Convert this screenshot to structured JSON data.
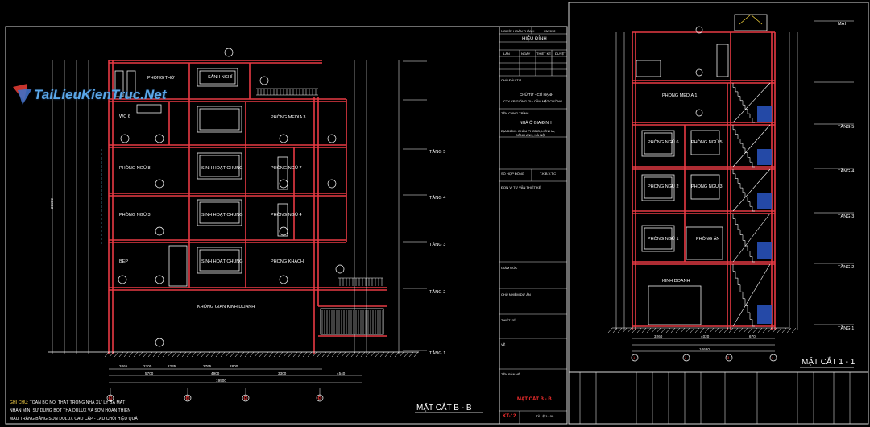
{
  "watermark": {
    "text": "TaiLieuKienTruc.Net"
  },
  "left_section": {
    "title": "MẶT CẮT B - B",
    "rooms": [
      {
        "id": "phong-tho",
        "text": "PHÒNG THỜ"
      },
      {
        "id": "sanh-nghi",
        "text": "SẢNH NGHỈ"
      },
      {
        "id": "wc",
        "text": "WC 6"
      },
      {
        "id": "phong-media-3",
        "text": "PHÒNG MEDIA 3"
      },
      {
        "id": "phong-ngu-8",
        "text": "PHÒNG NGỦ 8"
      },
      {
        "id": "sinh-hoat-1",
        "text": "SINH HOẠT CHUNG"
      },
      {
        "id": "phong-ngu-7",
        "text": "PHÒNG NGỦ 7"
      },
      {
        "id": "phong-ngu-3",
        "text": "PHÒNG NGỦ 3"
      },
      {
        "id": "sinh-hoat-2",
        "text": "SINH HOẠT CHUNG"
      },
      {
        "id": "phong-ngu-4",
        "text": "PHÒNG NGỦ 4"
      },
      {
        "id": "bep",
        "text": "BẾP"
      },
      {
        "id": "sinh-hoat-3",
        "text": "SINH HOẠT CHUNG"
      },
      {
        "id": "phong-khach",
        "text": "PHÒNG KHÁCH"
      },
      {
        "id": "kinh-doanh",
        "text": "KHÔNG GIAN KINH DOANH"
      }
    ],
    "levels": [
      "TẦNG 5",
      "TẦNG 4",
      "TẦNG 3",
      "TẦNG 2",
      "TẦNG 1"
    ],
    "axis_labels": [
      "A",
      "B",
      "C",
      "D"
    ],
    "dims": [
      "2065",
      "2700",
      "2235",
      "2765",
      "2800",
      "5700",
      "4900",
      "3300",
      "4540",
      "19500",
      "20800"
    ],
    "note_head": "GHI CHÚ:",
    "note_lines": [
      "TOÀN BỘ NỘI THẤT TRONG NHÀ XỬ LÝ BẢ MÁT",
      "NHẪN MỊN, SỬ DỤNG BỘT THẢ DULUX VÀ SƠN HOÀN THIỆN",
      "MÀU TRẮNG BẰNG SƠN DULUX CAO CẤP - LAU CHÙI HIỆU QUẢ"
    ]
  },
  "titleblock": {
    "rows": [
      "NGƯỜI HOÀN THÀNH",
      "03/2012",
      "HIỆU ĐÍNH",
      "LẦN",
      "NGÀY",
      "THIẾT KẾ",
      "DUYỆT",
      "CHỦ ĐẦU TƯ",
      "CHỦ TỬ - CỔ HẠNH",
      "CTY CP GIỐNG GIA CẦM MẶT CƯỜNG",
      "TÊN CÔNG TRÌNH",
      "NHÀ Ở GIA ĐÌNH",
      "ĐỊA ĐIỂM : CHÂU PHONG, LIÊN HÀ,",
      "ĐÔNG ANH, HÀ NỘI",
      "SỐ HỢP ĐỒNG",
      "T.K.B.V.T.C",
      "ĐƠN VỊ TƯ VẤN THIẾT KẾ",
      "GIÁM ĐỐC",
      "CHỦ NHIỆM DỰ ÁN",
      "THIẾT KẾ",
      "VẼ",
      "TÊN BẢN VẼ"
    ],
    "drawing_name": "MẶT CẮT B - B",
    "sheet_no": "KT-12",
    "scale": "TỶ LỆ 1:100"
  },
  "right_section": {
    "title": "MẶT CẮT 1 - 1",
    "rooms": [
      {
        "id": "phong-media-1",
        "text": "PHÒNG MEDIA 1"
      },
      {
        "id": "phong-ngu-6",
        "text": "PHÒNG NGỦ 6"
      },
      {
        "id": "phong-ngu-5",
        "text": "PHÒNG NGỦ 5"
      },
      {
        "id": "phong-ngu-2",
        "text": "PHÒNG NGỦ 2"
      },
      {
        "id": "phong-ngu-3b",
        "text": "PHÒNG NGỦ 3"
      },
      {
        "id": "phong-ngu-1",
        "text": "PHÒNG NGỦ 1"
      },
      {
        "id": "phong-an",
        "text": "PHÒNG ĂN"
      },
      {
        "id": "kinh-doanh-r",
        "text": "KINH DOANH"
      }
    ],
    "levels": [
      "MÁI",
      "TẦNG 5",
      "TẦNG 4",
      "TẦNG 3",
      "TẦNG 2",
      "TẦNG 1"
    ],
    "axis_labels": [
      "1",
      "2",
      "3",
      "4"
    ],
    "dims": [
      "3260",
      "4020",
      "670",
      "10680"
    ]
  },
  "colors": {
    "wall": "#e83a44",
    "dim": "#ffffff",
    "hatch": "#4a7fd0",
    "green": "#37c437",
    "yellow": "#f2d23b",
    "cyan": "#5fd0f0",
    "frame": "#d8d8d8"
  }
}
